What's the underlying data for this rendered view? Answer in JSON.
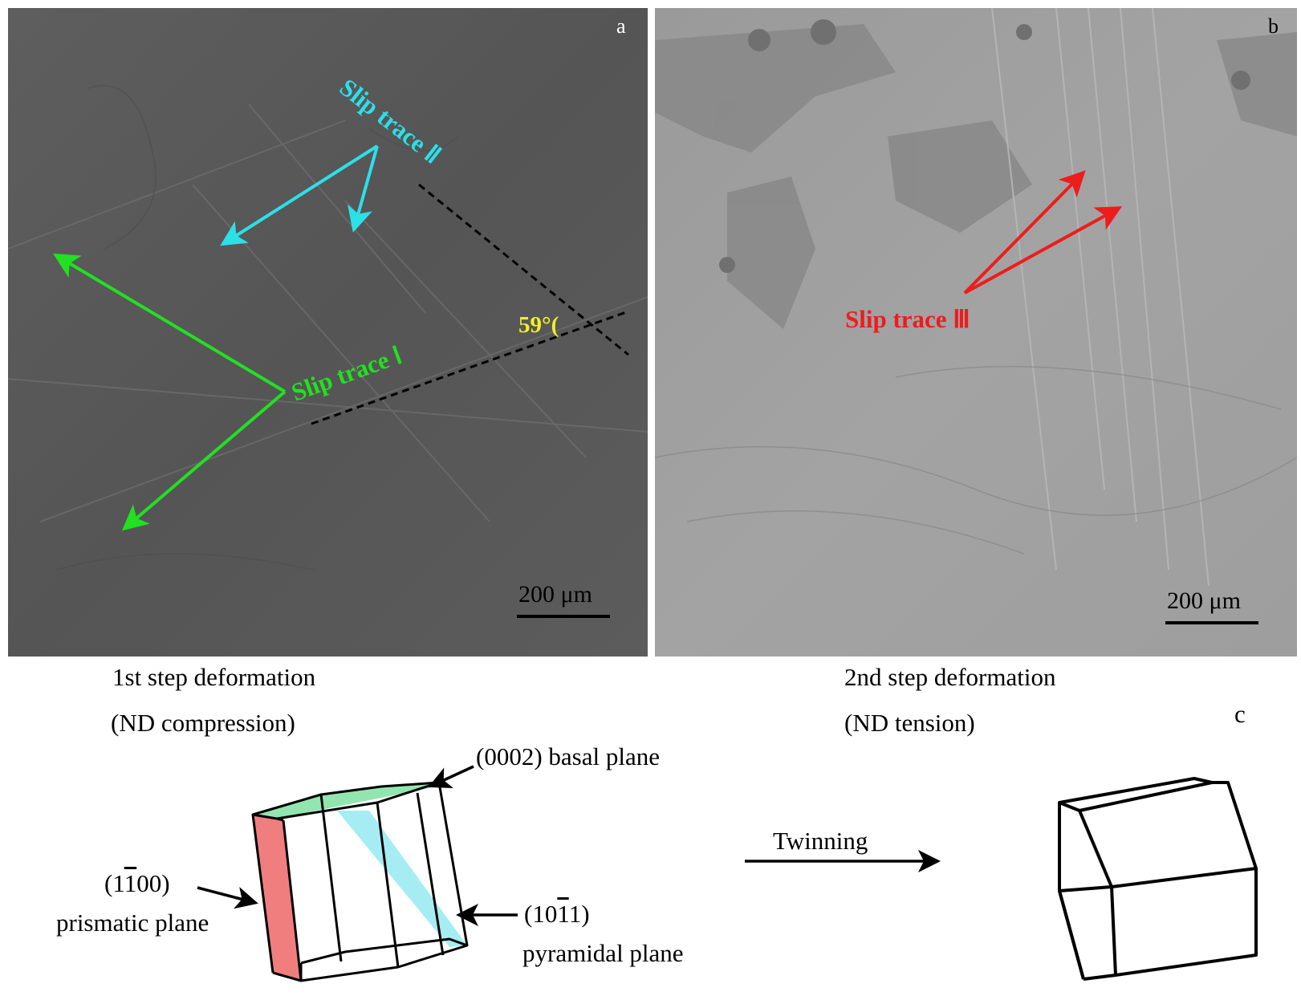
{
  "panel_a": {
    "label": "a",
    "slip_trace_1": "Slip trace Ⅰ",
    "slip_trace_2": "Slip trace Ⅱ",
    "angle": "59°(",
    "scale": "200 μm",
    "caption_line1": "1st step deformation",
    "caption_line2": "(ND compression)",
    "colors": {
      "trace_1": "#22e022",
      "trace_2": "#2ce0e8",
      "angle": "#f2ef2a"
    }
  },
  "panel_b": {
    "label": "b",
    "slip_trace_3": "Slip trace Ⅲ",
    "scale": "200 μm",
    "caption_line1": "2nd step deformation",
    "caption_line2": "(ND tension)",
    "colors": {
      "trace_3": "#ee1c1c"
    }
  },
  "panel_c": {
    "label": "c",
    "basal_plane": "(0002) basal plane",
    "prismatic_index_1": "(1",
    "prismatic_index_bar": "1",
    "prismatic_index_2": "00)",
    "prismatic_plane": "prismatic plane",
    "pyramidal_index_1": "(10",
    "pyramidal_index_bar": "1",
    "pyramidal_index_2": "1)",
    "pyramidal_plane": "pyramidal plane",
    "twinning": "Twinning",
    "colors": {
      "basal": "#7fe0a0",
      "prismatic": "#ef7070",
      "pyramidal": "#8fe8f0"
    }
  }
}
